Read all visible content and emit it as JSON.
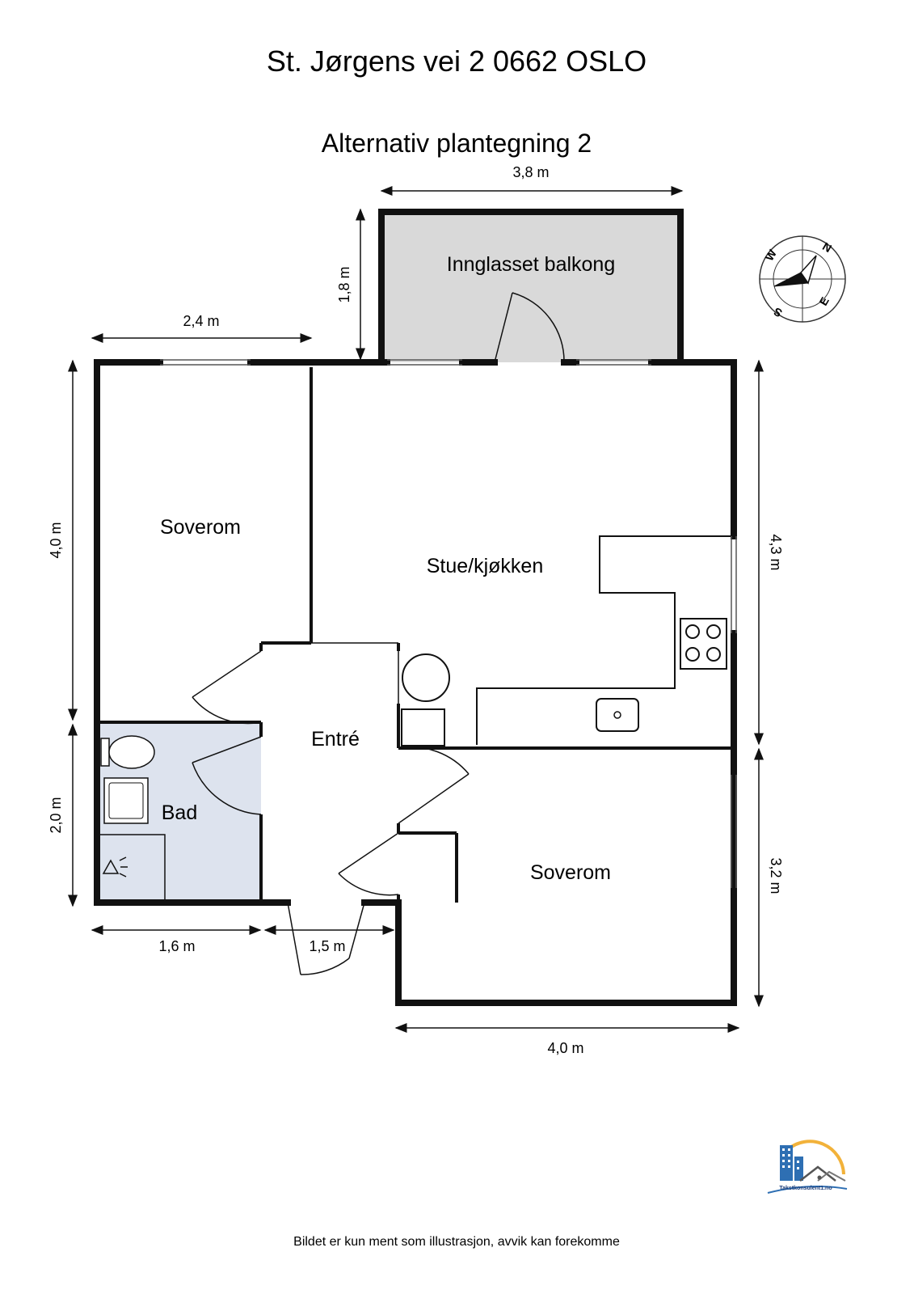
{
  "header": {
    "title": "St. Jørgens vei 2 0662 OSLO",
    "subtitle": "Alternativ plantegning 2"
  },
  "rooms": {
    "balcony": "Innglasset balkong",
    "bedroom_left": "Soverom",
    "living_kitchen": "Stue/kjøkken",
    "entrance": "Entré",
    "bathroom": "Bad",
    "bedroom_right": "Soverom"
  },
  "dimensions": {
    "balcony_width": "3,8 m",
    "balcony_depth": "1,8 m",
    "bedroom_left_width": "2,4 m",
    "left_height_upper": "4,0 m",
    "left_height_lower": "2,0 m",
    "right_height_upper": "4,3 m",
    "right_height_lower": "3,2 m",
    "bottom_bath_width": "1,6 m",
    "bottom_entrance_width": "1,5 m",
    "bottom_bedroom_width": "4,0 m"
  },
  "compass": {
    "n": "N",
    "e": "E",
    "s": "S",
    "w": "W"
  },
  "logo": {
    "text": "Takstkonsulent1.no"
  },
  "footer": {
    "disclaimer": "Bildet er kun ment som illustrasjon, avvik kan forekomme"
  },
  "colors": {
    "wall": "#111111",
    "balcony_fill": "#d9d9d9",
    "bath_fill": "#dde3ee",
    "logo_blue": "#2e6fb3",
    "logo_sun": "#f2b23a"
  }
}
